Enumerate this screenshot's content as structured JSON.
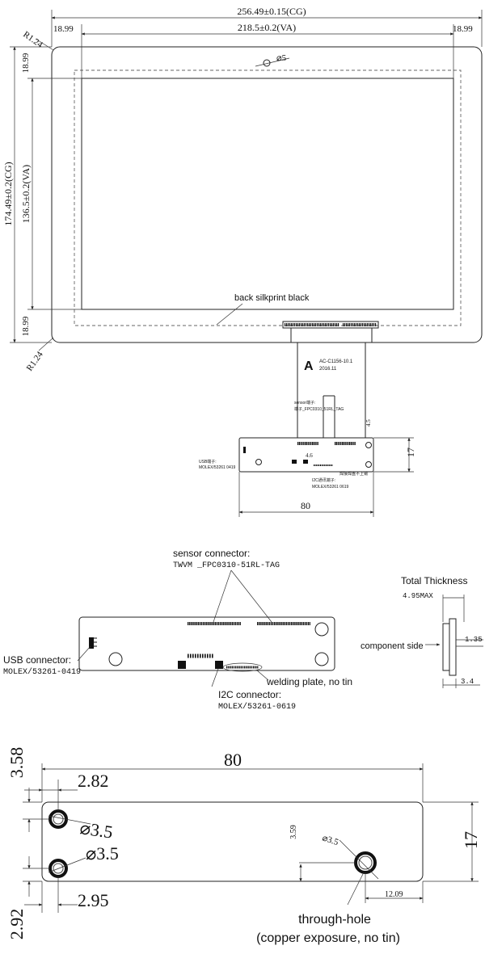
{
  "top_view": {
    "dim_cg_width": "256.49±0.15(CG)",
    "dim_va_width": "218.5±0.2(VA)",
    "dim_border": "18.99",
    "dim_cg_height": "174.49±0.2(CG)",
    "dim_va_height": "136.5±0.2(VA)",
    "radius": "R1.24",
    "hole": "⌀5",
    "silkprint": "back silkprint black",
    "fpc_part": "AC-C1156-10.1",
    "fpc_date": "2016.11",
    "fpc_logo": "A",
    "board_width": "80",
    "board_height": "17",
    "small_dim_45": "4.5",
    "small_dim_46": "4.6",
    "note_sensor_small": "sensor端子:",
    "note_sensor_part_small": "端子_FPC0310_51RL_TAG",
    "note_usb_small": "USB端子:",
    "note_usb_part_small": "MOLEX/53261 0419",
    "note_i2c_small": "I2C通讯端子:",
    "note_i2c_part_small": "MOLEX/53261 0619",
    "note_weld_small": "焊接焊盘不上锡"
  },
  "connector_view": {
    "sensor_label": "sensor connector:",
    "sensor_part": "TWVM _FPC0310-51RL-TAG",
    "usb_label": "USB connector:",
    "usb_part": "MOLEX/53261-0419",
    "i2c_label": "I2C connector:",
    "i2c_part": "MOLEX/53261-0619",
    "weld_label": "welding plate, no tin",
    "thickness_title": "Total Thickness",
    "thickness_max": "4.95MAX",
    "component_side": "component side",
    "thk_135": "1.35",
    "thk_34": "3.4"
  },
  "board_view": {
    "width": "80",
    "height": "17",
    "d_358": "3.58",
    "d_282": "2.82",
    "d_295": "2.95",
    "d_292": "2.92",
    "d_359": "3.59",
    "d_1209": "12.09",
    "hole_a": "⌀3.5",
    "hole_b": "⌀3.5",
    "hole_c": "⌀3.5",
    "through_hole_1": "through-hole",
    "through_hole_2": "(copper exposure, no tin)"
  }
}
